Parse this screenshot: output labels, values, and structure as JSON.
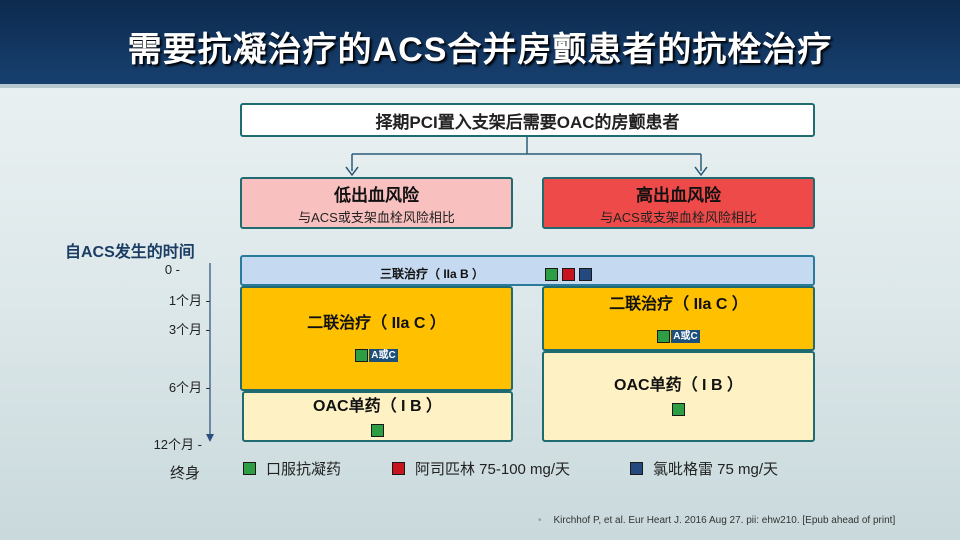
{
  "title": "需要抗凝治疗的ACS合并房颤患者的抗栓治疗",
  "top_box": "择期PCI置入支架后需要OAC的房颤患者",
  "low_risk": {
    "title": "低出血风险",
    "subtitle": "与ACS或支架血栓风险相比"
  },
  "high_risk": {
    "title": "高出血风险",
    "subtitle": "与ACS或支架血栓风险相比"
  },
  "timeline": {
    "title": "自ACS发生的时间",
    "ticks": [
      "0",
      "1个月",
      "3个月",
      "6个月",
      "12个月"
    ],
    "end_label": "终身"
  },
  "triple_therapy": {
    "label": "三联治疗（ IIa B ）"
  },
  "dual_left": {
    "label": "二联治疗（ IIa C ）",
    "a_or_c": "A或C"
  },
  "dual_right": {
    "label": "二联治疗（ IIa C ）",
    "a_or_c": "A或C"
  },
  "oac_left": {
    "label": "OAC单药（ I B ）"
  },
  "oac_right": {
    "label": "OAC单药（ I B ）"
  },
  "legend": [
    {
      "label": "口服抗凝药",
      "color": "#2e9e45"
    },
    {
      "label": "阿司匹林 75-100 mg/天",
      "color": "#c8141e"
    },
    {
      "label": "氯吡格雷 75 mg/天",
      "color": "#24497e"
    }
  ],
  "reference": "Kirchhof P, et al. Eur Heart J. 2016 Aug 27. pii: ehw210. [Epub ahead of print]"
}
